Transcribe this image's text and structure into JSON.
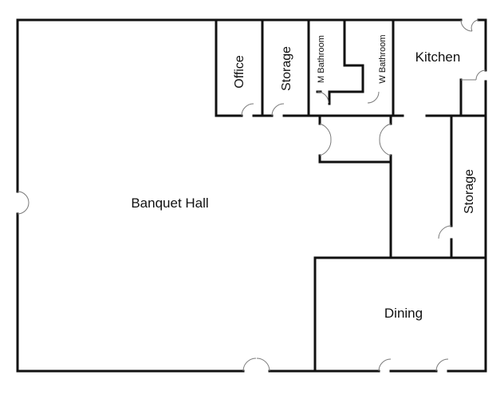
{
  "floorplan": {
    "rooms": [
      {
        "id": "banquet-hall",
        "label": "Banquet Hall",
        "rotated": false
      },
      {
        "id": "office",
        "label": "Office",
        "rotated": true
      },
      {
        "id": "storage-top",
        "label": "Storage",
        "rotated": true
      },
      {
        "id": "m-bathroom",
        "label": "M Bathroom",
        "rotated": true
      },
      {
        "id": "w-bathroom",
        "label": "W Bathroom",
        "rotated": true
      },
      {
        "id": "kitchen",
        "label": "Kitchen",
        "rotated": false
      },
      {
        "id": "storage-right",
        "label": "Storage",
        "rotated": true
      },
      {
        "id": "dining",
        "label": "Dining",
        "rotated": false
      }
    ],
    "colors": {
      "wall": "#111111",
      "door": "#7a7a7a",
      "background": "#ffffff"
    }
  }
}
